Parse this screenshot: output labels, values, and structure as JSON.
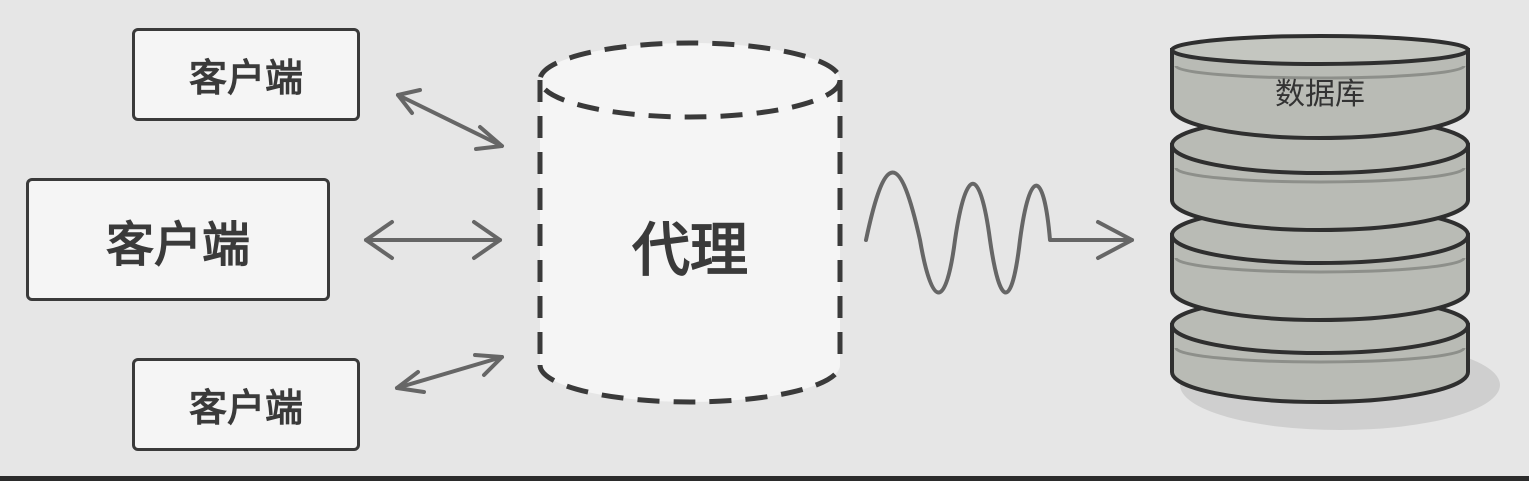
{
  "clients": [
    {
      "label": "客户端"
    },
    {
      "label": "客户端"
    },
    {
      "label": "客户端"
    }
  ],
  "proxy": {
    "label": "代理"
  },
  "database": {
    "label": "数据库"
  },
  "colors": {
    "background": "#e6e6e6",
    "outline": "#3a3a3a",
    "arrow": "#666666",
    "proxy_fill": "#f5f5f5",
    "db_fill": "#b9bbb5"
  }
}
